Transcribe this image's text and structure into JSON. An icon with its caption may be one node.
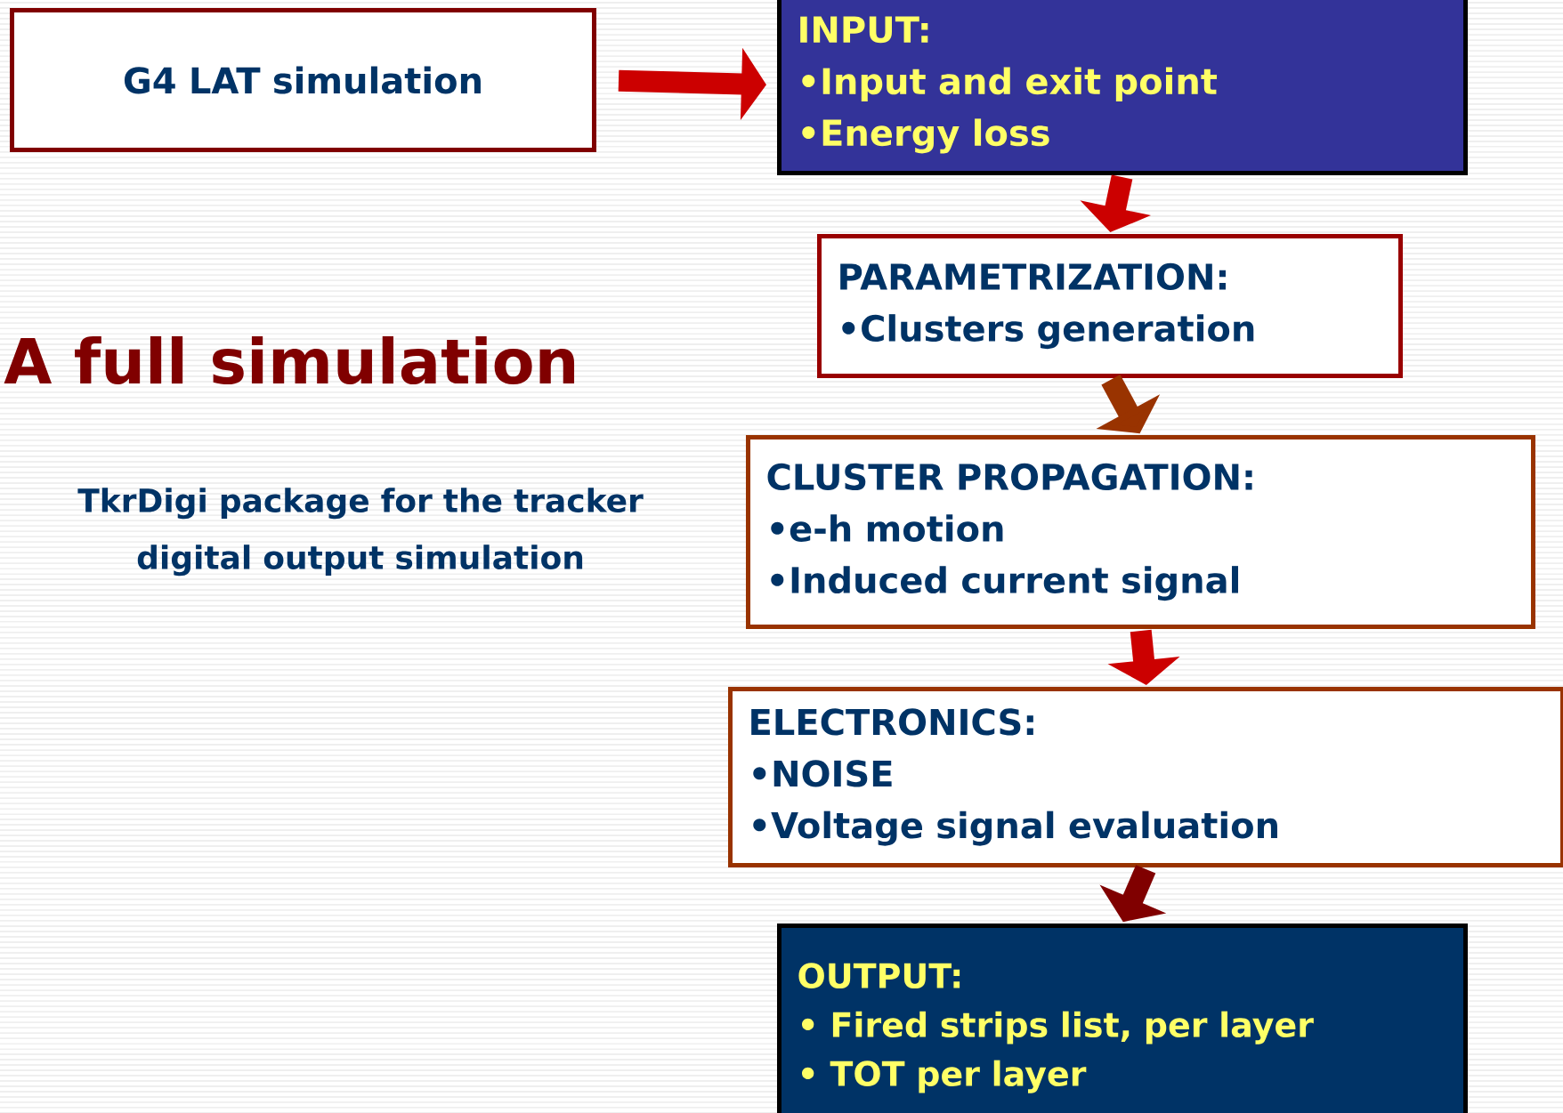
{
  "diagram": {
    "nodes": [
      {
        "text": [
          "G4 LAT simulation"
        ]
      },
      {
        "text": [
          "INPUT:",
          "•Input and exit point",
          "•Energy loss"
        ]
      },
      {
        "text": [
          "PARAMETRIZATION:",
          "•Clusters generation"
        ]
      },
      {
        "text": [
          "CLUSTER PROPAGATION:",
          "•e-h motion",
          "•Induced current signal"
        ]
      },
      {
        "text": [
          "ELECTRONICS:",
          "•NOISE",
          "•Voltage signal evaluation"
        ]
      },
      {
        "text": [
          "OUTPUT:",
          "• Fired strips list, per layer",
          "• TOT per layer"
        ]
      }
    ],
    "edges": [
      {
        "from": 0,
        "to": 1,
        "arrow": "to"
      },
      {
        "from": 1,
        "to": 2,
        "arrow": "to"
      },
      {
        "from": 2,
        "to": 3,
        "arrow": "to",
        "color": "#993300"
      },
      {
        "from": 3,
        "to": 4,
        "arrow": "to"
      },
      {
        "from": 4,
        "to": 5,
        "arrow": "to",
        "color": "#800000"
      }
    ],
    "labels": [
      "A full simulation",
      "TkrDigi package for the tracker digital output simulation"
    ]
  }
}
